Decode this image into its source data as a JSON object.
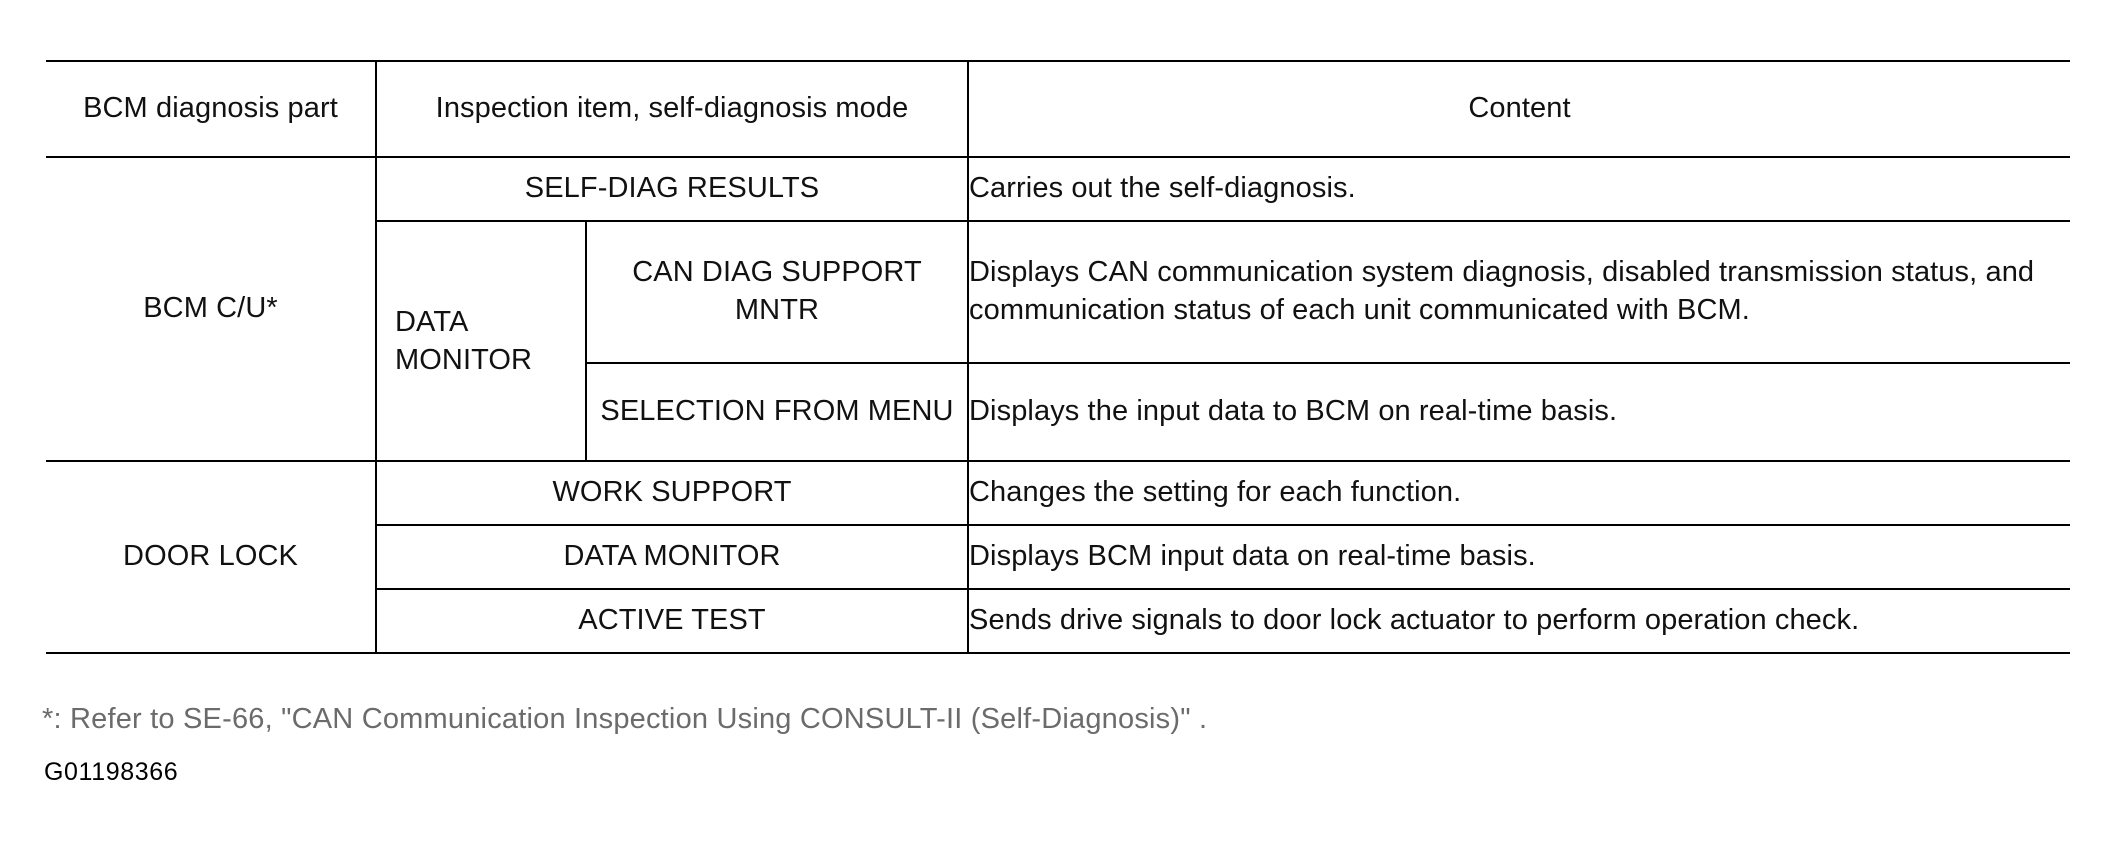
{
  "table": {
    "headers": {
      "part": "BCM diagnosis part",
      "mode": "Inspection item, self-diagnosis mode",
      "mode_line1": "Inspection item, self-diagnosis",
      "mode_line2": "mode",
      "content": "Content"
    },
    "groups": [
      {
        "part": "BCM C/U*",
        "rows": [
          {
            "mode": "SELF-DIAG RESULTS",
            "submode": null,
            "content": "Carries out the self-diagnosis."
          },
          {
            "mode": "DATA MONITOR",
            "mode_line1": "DATA",
            "mode_line2": "MONITOR",
            "submode": "CAN DIAG SUPPORT MNTR",
            "submode_line1": "CAN DIAG SUPPORT",
            "submode_line2": "MNTR",
            "content": "Displays CAN communication system diagnosis, disabled transmission status, and communication status of each unit communicated with BCM.",
            "content_line1": "Displays CAN communication system diagnosis, disabled transmission",
            "content_line2": "status, and communication status of each unit communicated with",
            "content_line3": "BCM."
          },
          {
            "mode": null,
            "submode": "SELECTION FROM MENU",
            "submode_line1": "SELECTION FROM",
            "submode_line2": "MENU",
            "content": "Displays the input data to BCM on real-time basis."
          }
        ]
      },
      {
        "part": "DOOR LOCK",
        "rows": [
          {
            "mode": "WORK SUPPORT",
            "submode": null,
            "content": "Changes the setting for each function."
          },
          {
            "mode": "DATA MONITOR",
            "submode": null,
            "content": "Displays BCM input data on real-time basis."
          },
          {
            "mode": "ACTIVE TEST",
            "submode": null,
            "content": "Sends drive signals to door lock actuator to perform operation check."
          }
        ]
      }
    ]
  },
  "footnote": "*: Refer to SE-66, \"CAN Communication Inspection Using CONSULT-II (Self-Diagnosis)\" .",
  "figure_id": "G01198366",
  "colors": {
    "rule": "#000000",
    "text": "#111111",
    "footnote_text": "#6b6b6b",
    "background": "#ffffff"
  }
}
